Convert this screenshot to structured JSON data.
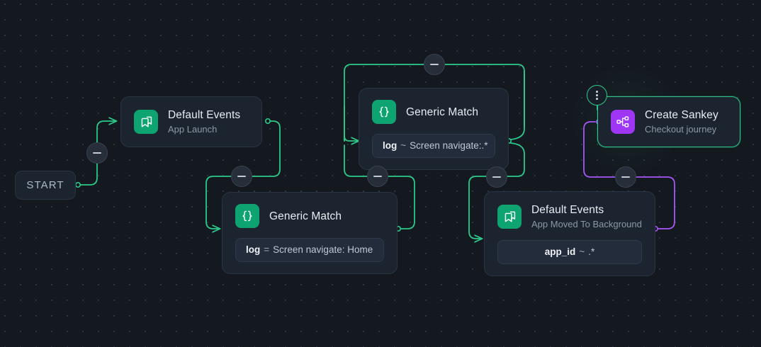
{
  "canvas": {
    "background_color": "#141920",
    "grid_dot_color": "#2b3340",
    "edge_color_primary": "#2CC98A",
    "edge_color_secondary": "#A855F7"
  },
  "start_node": {
    "label": "START",
    "name": "start-node"
  },
  "nodes": [
    {
      "id": "default-events-app-launch",
      "icon": "bookmark-icon",
      "icon_color": "#0EA472",
      "title": "Default Events",
      "subtitle": "App Launch",
      "condition": null
    },
    {
      "id": "generic-match-screen-navigate-regex",
      "icon": "braces-icon",
      "icon_color": "#0EA472",
      "title": "Generic Match",
      "subtitle": null,
      "condition": {
        "key": "log",
        "operator": "~",
        "value": "Screen navigate:.*"
      }
    },
    {
      "id": "generic-match-screen-navigate-home",
      "icon": "braces-icon",
      "icon_color": "#0EA472",
      "title": "Generic Match",
      "subtitle": null,
      "condition": {
        "key": "log",
        "operator": "=",
        "value": "Screen navigate: Home"
      }
    },
    {
      "id": "default-events-app-moved-to-background",
      "icon": "bookmark-icon",
      "icon_color": "#0EA472",
      "title": "Default Events",
      "subtitle": "App Moved To Background",
      "condition": {
        "key": "app_id",
        "operator": "~",
        "value": ".*"
      }
    },
    {
      "id": "create-sankey",
      "icon": "sankey-icon",
      "icon_color": "#A036F5",
      "title": "Create Sankey",
      "subtitle": "Checkout journey",
      "condition": null,
      "selected": true
    }
  ],
  "handles": [
    {
      "id": "handle-start-branch",
      "type": "collapse",
      "glyph": "minus"
    },
    {
      "id": "handle-app-launch-out",
      "type": "collapse",
      "glyph": "minus"
    },
    {
      "id": "handle-generic-match-top",
      "type": "collapse",
      "glyph": "minus"
    },
    {
      "id": "handle-generic-match-bottom-left",
      "type": "collapse",
      "glyph": "minus"
    },
    {
      "id": "handle-generic-match-bottom-right",
      "type": "collapse",
      "glyph": "minus"
    },
    {
      "id": "handle-background-out",
      "type": "collapse",
      "glyph": "minus"
    },
    {
      "id": "handle-sankey-menu",
      "type": "menu",
      "glyph": "kebab"
    }
  ]
}
